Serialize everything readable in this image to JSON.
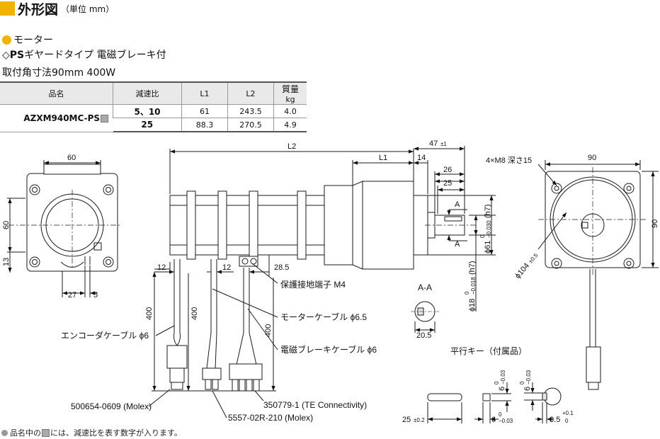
{
  "title": "外形図",
  "unit": "（単位 mm）",
  "section": "モーター",
  "type_prefix": "◇",
  "type_bold": "PS",
  "type_rest": "ギヤードタイプ 電磁ブレーキ付",
  "frame": "取付角寸法90mm 400W",
  "table": {
    "headers": [
      "品名",
      "減速比",
      "L1",
      "L2",
      "質量",
      "kg"
    ],
    "model": "AZXM940MC-PS",
    "rows": [
      {
        "ratio": "5、10",
        "l1": "61",
        "l2": "243.5",
        "mass": "4.0"
      },
      {
        "ratio": "25",
        "l1": "88.3",
        "l2": "270.5",
        "mass": "4.9"
      }
    ]
  },
  "dims": {
    "d60": "60",
    "d60v": "60",
    "d13": "13",
    "d27": "27",
    "d5": "5",
    "l2": "L2",
    "l1": "L1",
    "d14": "14",
    "d47": "47",
    "d47tol": "±1",
    "d26": "26",
    "d25": "25",
    "dA": "A",
    "dA2": "A",
    "d61": "ϕ61",
    "d61tol_top": "0",
    "d61tol_bot": "−0.030",
    "d61fit": "(h7)",
    "d18": "ϕ18",
    "d18tol_top": "0",
    "d18tol_bot": "−0.018",
    "d18fit": "(h7)",
    "d12a": "12",
    "d12b": "12",
    "d285": "28.5",
    "d400a": "400",
    "d400b": "400",
    "d400c": "400",
    "d90": "90",
    "d90v": "90",
    "d4m8": "4×M8 深さ15",
    "d104": "ϕ104",
    "d104tol": "±0.5",
    "aa": "A-A",
    "d205": "20.5",
    "key_title": "平行キー（付属品）",
    "k25": "25",
    "k25tol": "±0.2",
    "k6a": "6",
    "k6a_top": "0",
    "k6a_bot": "−0.03",
    "k6b": "6",
    "k6b_top": "0",
    "k6b_bot": "−0.03",
    "k6c": "6",
    "k6c_top": "0",
    "k6c_bot": "−0.03",
    "k35": "3.5",
    "k35_top": "+0.1",
    "k35_bot": "0"
  },
  "callouts": {
    "ground": "保護接地端子 M4",
    "motor_cable": "モーターケーブル ϕ6.5",
    "encoder_cable": "エンコーダケーブル ϕ6",
    "brake_cable": "電磁ブレーキケーブル ϕ6",
    "conn1": "500654-0609 (Molex)",
    "conn2": "350779-1 (TE Connectivity)",
    "conn3": "5557-02R-210 (Molex)"
  },
  "note": {
    "pre": "品名中の",
    "post": "には、減速比を表す数字が入ります。"
  },
  "colors": {
    "accent": "#f0b400",
    "line": "#1a1a1a",
    "fill": "#e6e6e6"
  }
}
